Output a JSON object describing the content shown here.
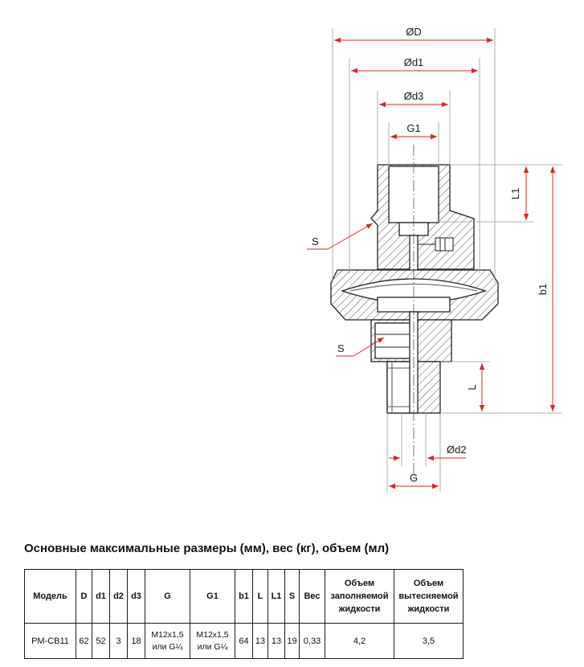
{
  "drawing": {
    "labels": {
      "D": "ØD",
      "d1": "Ød1",
      "d3": "Ød3",
      "G1": "G1",
      "L1": "L1",
      "b1": "b1",
      "S_top": "S",
      "S_bottom": "S",
      "L": "L",
      "d2": "Ød2",
      "G": "G"
    },
    "colors": {
      "dimension": "#d62828",
      "outline": "#222222",
      "hatch": "#555555"
    }
  },
  "heading": "Основные максимальные размеры (мм), вес (кг), объем (мл)",
  "table": {
    "headers": {
      "model": "Модель",
      "D": "D",
      "d1": "d1",
      "d2": "d2",
      "d3": "d3",
      "G": "G",
      "G1": "G1",
      "b1": "b1",
      "L": "L",
      "L1": "L1",
      "S": "S",
      "weight": "Вес",
      "fill_vol": [
        "Объем",
        "заполняемой",
        "жидкости"
      ],
      "disp_vol": [
        "Объем",
        "вытесняемой",
        "жидкости"
      ]
    },
    "row": {
      "model": "PM-CB11",
      "D": "62",
      "d1": "52",
      "d2": "3",
      "d3": "18",
      "G": [
        "M12x1,5",
        "или G¼"
      ],
      "G1": [
        "M12x1,5",
        "или G¼"
      ],
      "b1": "64",
      "L": "13",
      "L1": "13",
      "S": "19",
      "weight": "0,33",
      "fill_vol": "4,2",
      "disp_vol": "3,5"
    }
  }
}
